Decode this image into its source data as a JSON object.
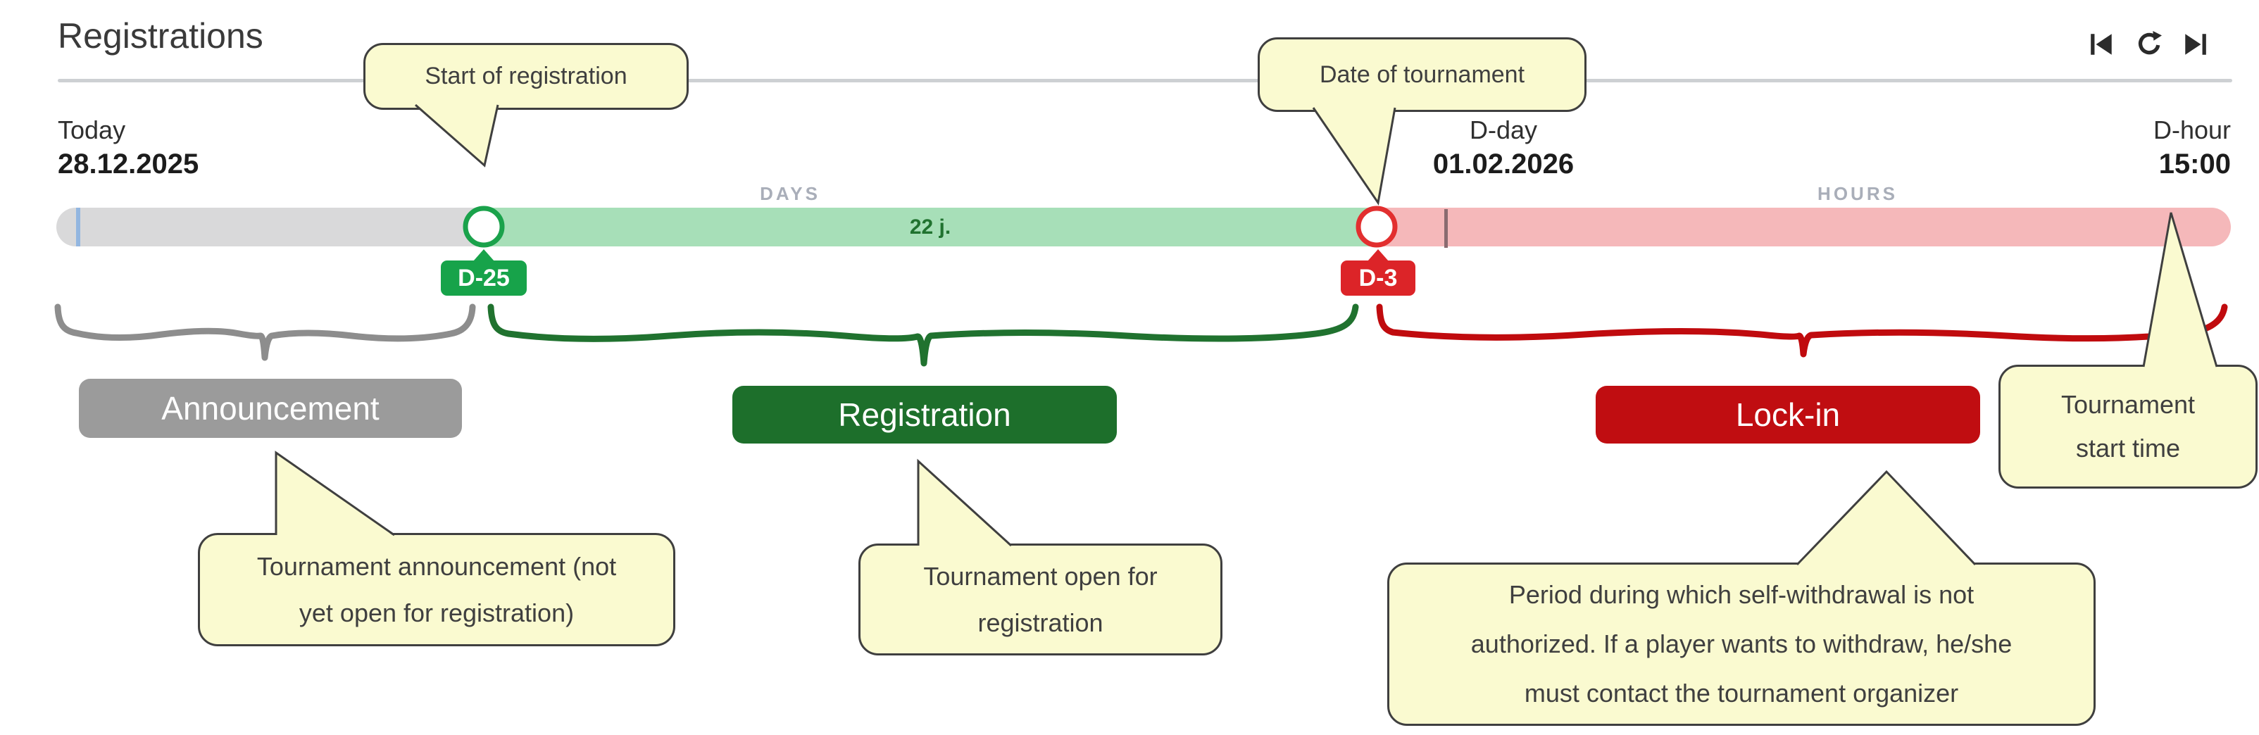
{
  "header": {
    "title": "Registrations"
  },
  "toolbar": {
    "icons": [
      {
        "name": "skip-to-start-icon"
      },
      {
        "name": "refresh-icon"
      },
      {
        "name": "skip-to-end-icon"
      }
    ]
  },
  "timeline": {
    "today": {
      "label": "Today",
      "date": "28.12.2025"
    },
    "dday": {
      "label": "D-day",
      "date": "01.02.2026"
    },
    "dhour": {
      "label": "D-hour",
      "time": "15:00"
    },
    "days_caption": "DAYS",
    "hours_caption": "HOURS",
    "duration_label": "22 j.",
    "markers": [
      {
        "badge": "D-25",
        "meaning": "Start of registration",
        "color": "#17a34a"
      },
      {
        "badge": "D-3",
        "meaning": "Date of tournament",
        "color": "#dc2428"
      }
    ],
    "segments": [
      {
        "name": "announcement",
        "color": "#d9d9da"
      },
      {
        "name": "registration",
        "color": "#a7dfb8"
      },
      {
        "name": "lock-in",
        "color": "#f5b8ba"
      }
    ],
    "today_tick_color": "#93b6e0"
  },
  "phases": [
    {
      "label": "Announcement",
      "color": "#9b9b9b"
    },
    {
      "label": "Registration",
      "color": "#1d6f2b"
    },
    {
      "label": "Lock-in",
      "color": "#c00d11"
    }
  ],
  "callouts": {
    "start_registration": {
      "text": "Start of registration"
    },
    "date_of_tournament": {
      "text": "Date of tournament"
    },
    "tournament_start_time": {
      "lines": [
        "Tournament",
        "start time"
      ]
    },
    "announcement_note": {
      "lines": [
        "Tournament announcement (not",
        "yet open for registration)"
      ]
    },
    "registration_note": {
      "lines": [
        "Tournament open for",
        "registration"
      ]
    },
    "lockin_note": {
      "lines": [
        "Period during which self-withdrawal is not",
        "authorized. If a player wants to withdraw, he/she",
        "must contact the tournament organizer"
      ]
    }
  },
  "colors": {
    "callout_fill": "#fafad0",
    "callout_border": "#3f3f3f",
    "brace_gray": "#8d8d8d",
    "brace_green": "#20722f",
    "brace_red": "#c00b0e",
    "pink_divider": "#8a6b70"
  }
}
